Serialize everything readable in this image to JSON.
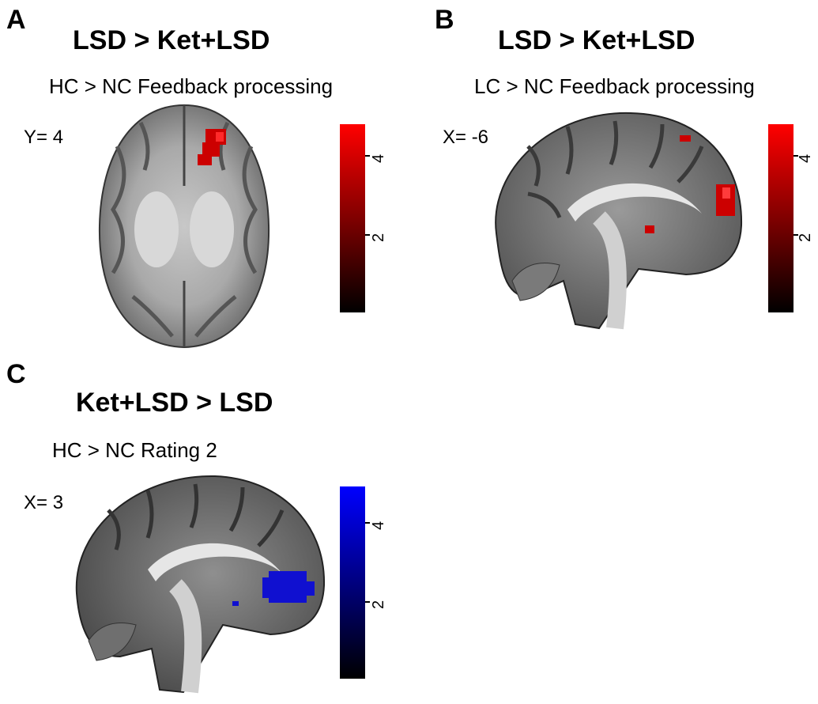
{
  "panels": {
    "a": {
      "letter": "A",
      "title": "LSD > Ket+LSD",
      "subtitle": "HC > NC Feedback processing",
      "coord": "Y= 4",
      "colorbar": {
        "colors": [
          "#000000",
          "#ff0000"
        ],
        "ticks": [
          "2",
          "4"
        ]
      }
    },
    "b": {
      "letter": "B",
      "title": "LSD > Ket+LSD",
      "subtitle": "LC > NC Feedback processing",
      "coord": "X= -6",
      "colorbar": {
        "colors": [
          "#000000",
          "#ff0000"
        ],
        "ticks": [
          "2",
          "4"
        ]
      }
    },
    "c": {
      "letter": "C",
      "title": "Ket+LSD > LSD",
      "subtitle": "HC > NC Rating 2",
      "coord": "X= 3",
      "colorbar": {
        "colors": [
          "#000000",
          "#0000ff"
        ],
        "ticks": [
          "2",
          "4"
        ]
      }
    }
  }
}
